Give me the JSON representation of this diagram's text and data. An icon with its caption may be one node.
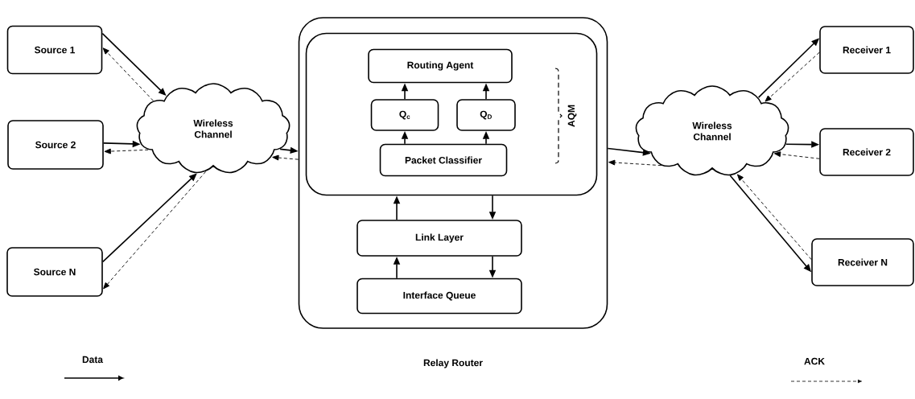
{
  "diagram": {
    "nodes": [
      {
        "text": [
          "Source 1"
        ]
      },
      {
        "text": [
          "Source 2"
        ]
      },
      {
        "text": [
          "Source N"
        ]
      },
      {
        "text": [
          "Wireless Channel"
        ]
      },
      {
        "text": [
          "Relay Router"
        ]
      },
      {
        "text": [],
        "shape": "box",
        "in": 4
      },
      {
        "text": [
          "Routing Agent"
        ],
        "in": 5
      },
      {
        "text": [
          "Q$_{c}$"
        ],
        "in": 5
      },
      {
        "text": [
          "Q$_{D}$"
        ],
        "in": 5
      },
      {
        "text": [
          "Packet Classifier"
        ],
        "in": 5
      },
      {
        "text": [
          "Link Layer"
        ],
        "in": 4
      },
      {
        "text": [
          "Interface Queue"
        ],
        "in": 4
      },
      {
        "text": [
          "Wireless Channel"
        ]
      },
      {
        "text": [
          "Receiver 1"
        ]
      },
      {
        "text": [
          "Receiver 2"
        ]
      },
      {
        "text": [
          "Receiver N"
        ]
      }
    ],
    "edges": [
      {
        "from": 0,
        "to": 3,
        "arrow": "to"
      },
      {
        "from": 3,
        "to": 0,
        "arrow": "to",
        "style": "dashed"
      },
      {
        "from": 1,
        "to": 3,
        "arrow": "to"
      },
      {
        "from": 3,
        "to": 1,
        "arrow": "to",
        "style": "dashed"
      },
      {
        "from": 2,
        "to": 3,
        "arrow": "to"
      },
      {
        "from": 3,
        "to": 2,
        "arrow": "to",
        "style": "dashed"
      },
      {
        "from": 3,
        "to": 4,
        "arrow": "to"
      },
      {
        "from": 4,
        "to": 3,
        "arrow": "to",
        "style": "dashed"
      },
      {
        "from": 4,
        "to": 12,
        "arrow": "to"
      },
      {
        "from": 12,
        "to": 4,
        "arrow": "to",
        "style": "dashed"
      },
      {
        "from": 12,
        "to": 13,
        "arrow": "to"
      },
      {
        "from": 13,
        "to": 12,
        "arrow": "to",
        "style": "dashed"
      },
      {
        "from": 12,
        "to": 14,
        "arrow": "to"
      },
      {
        "from": 14,
        "to": 12,
        "arrow": "to",
        "style": "dashed"
      },
      {
        "from": 12,
        "to": 15,
        "arrow": "to"
      },
      {
        "from": 15,
        "to": 12,
        "arrow": "to",
        "style": "dashed"
      },
      {
        "from": 9,
        "to": 7,
        "arrow": "to"
      },
      {
        "from": 9,
        "to": 8,
        "arrow": "to"
      },
      {
        "from": 7,
        "to": 6,
        "arrow": "to"
      },
      {
        "from": 8,
        "to": 6,
        "arrow": "to"
      },
      {
        "from": 10,
        "to": 5,
        "arrow": "to"
      },
      {
        "from": 5,
        "to": 10,
        "arrow": "to"
      },
      {
        "from": 11,
        "to": 10,
        "arrow": "to"
      },
      {
        "from": 10,
        "to": 11,
        "arrow": "to"
      }
    ],
    "labels": [
      "AQM"
    ],
    "legend": [
      {
        "text": "Data"
      },
      {
        "text": "ACK"
      }
    ]
  }
}
